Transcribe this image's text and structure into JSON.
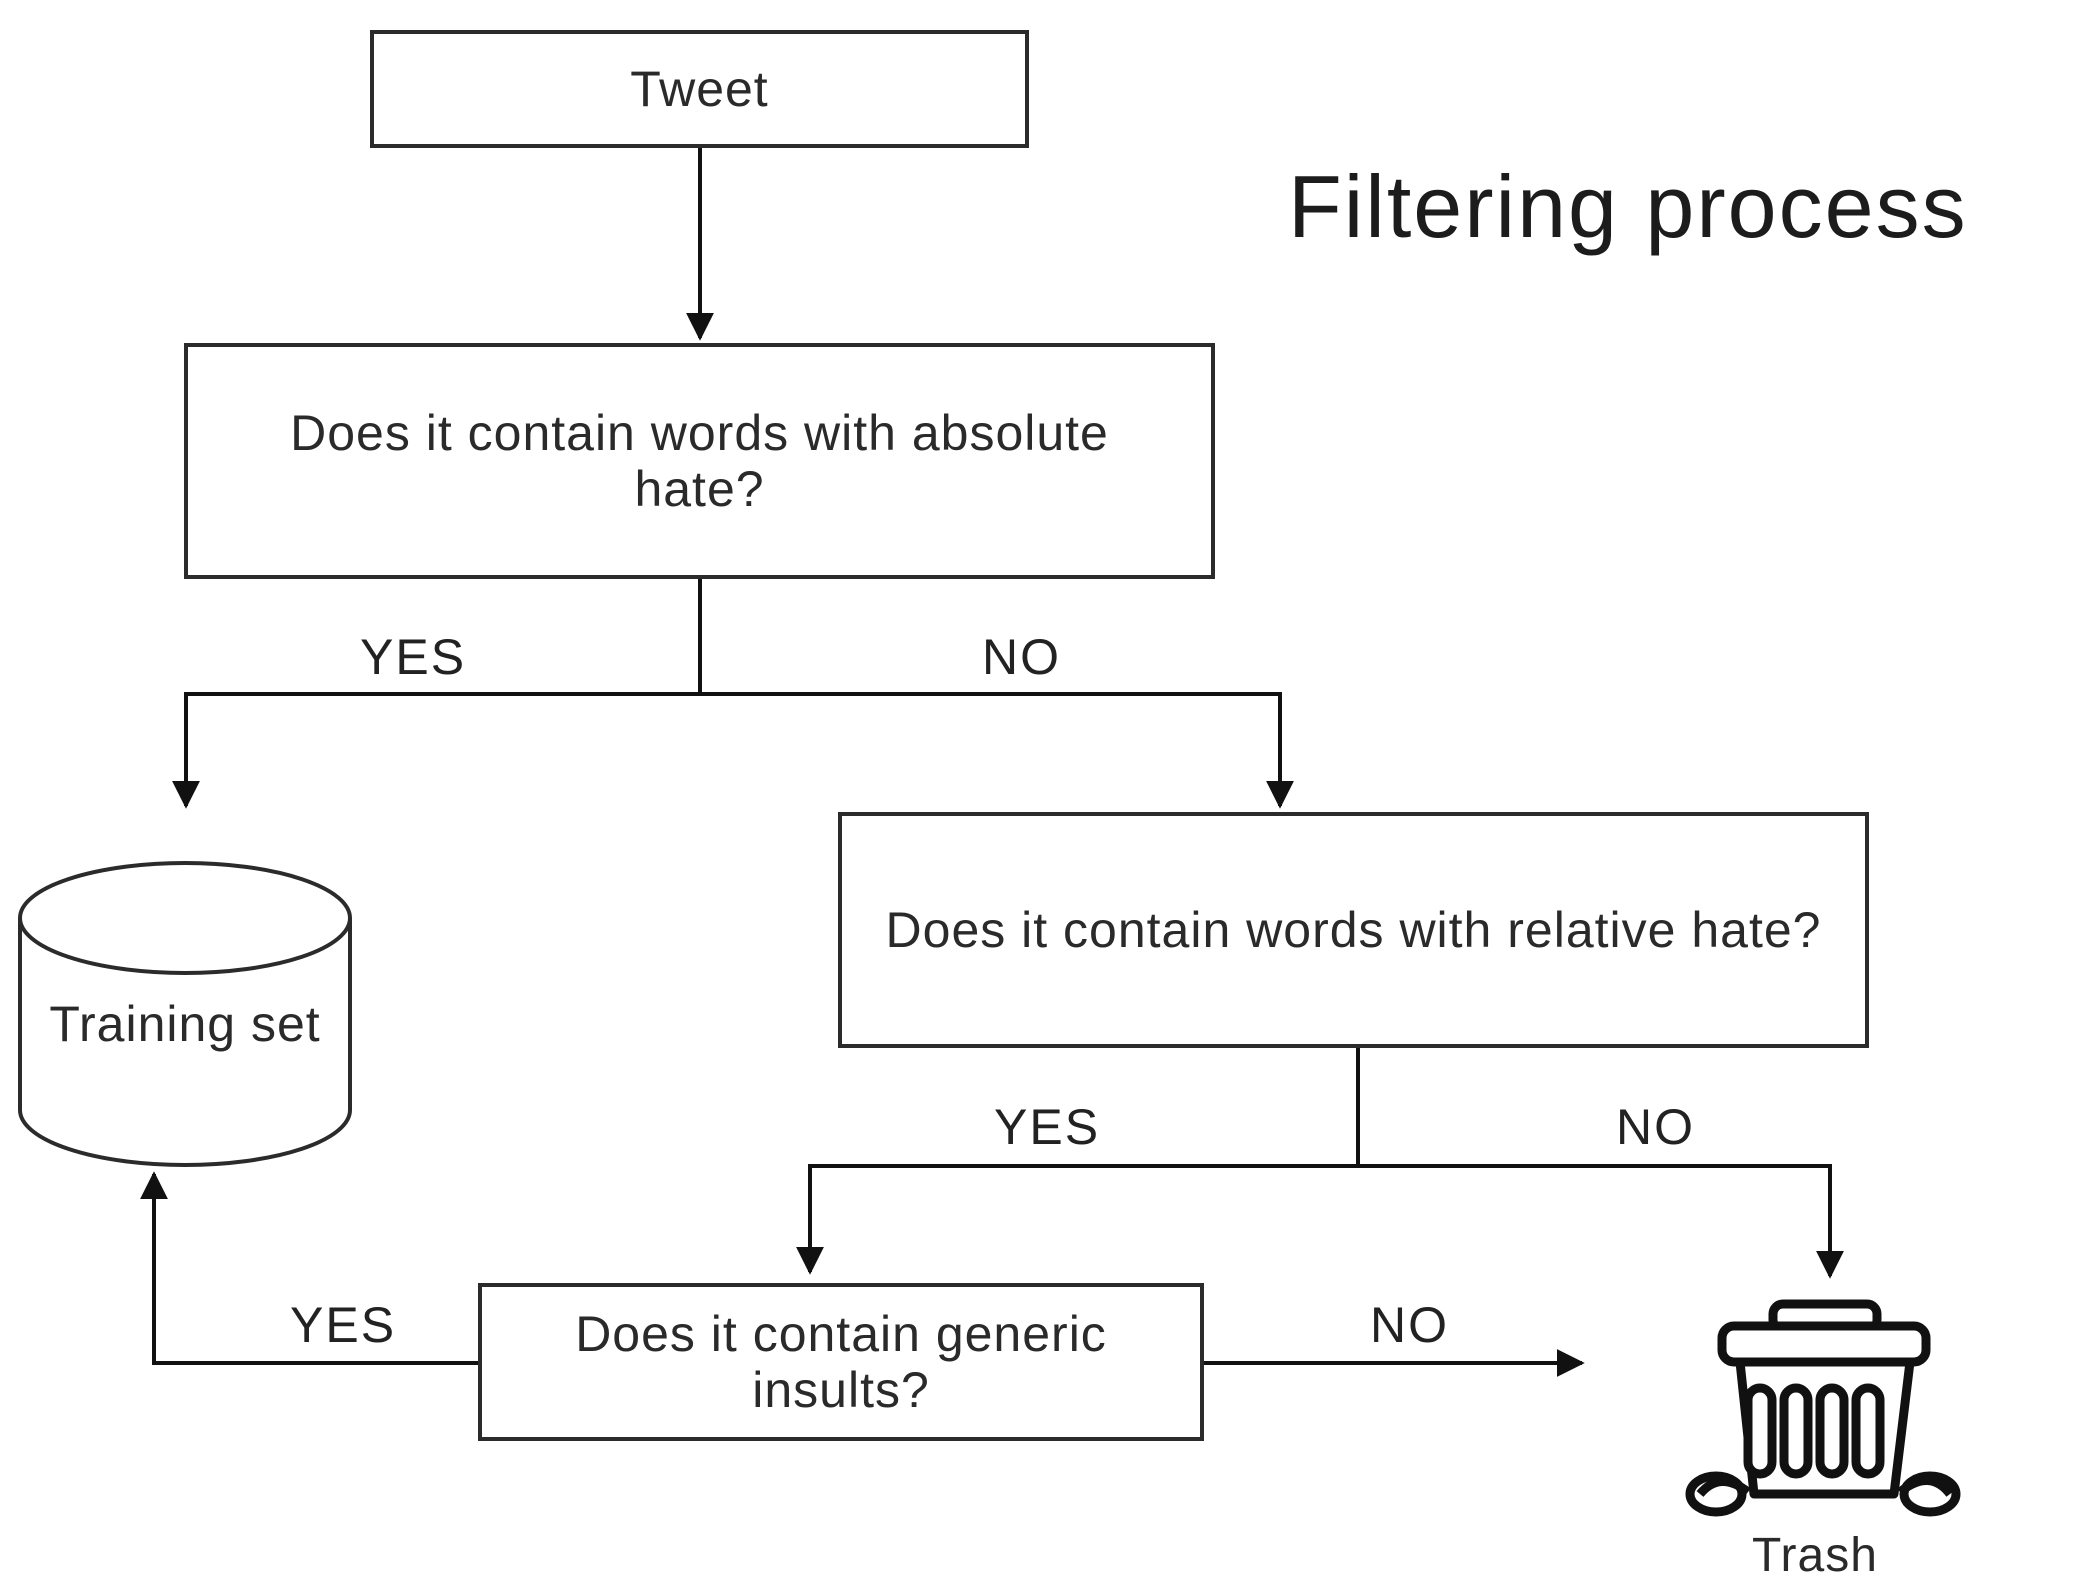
{
  "title": "Filtering process",
  "nodes": {
    "tweet": "Tweet",
    "absolute_hate": "Does it contain words with absolute hate?",
    "relative_hate": "Does it contain words with relative hate?",
    "generic_insults": "Does it contain generic insults?",
    "training_set": "Training set",
    "trash": "Trash"
  },
  "edge_labels": {
    "absolute_yes": "YES",
    "absolute_no": "NO",
    "relative_yes": "YES",
    "relative_no": "NO",
    "generic_yes": "YES",
    "generic_no": "NO"
  },
  "icons": {
    "trash": "trash-can-icon",
    "database": "cylinder-database-icon"
  },
  "colors": {
    "stroke": "#2b2b2b",
    "text": "#222222",
    "background": "#ffffff"
  }
}
